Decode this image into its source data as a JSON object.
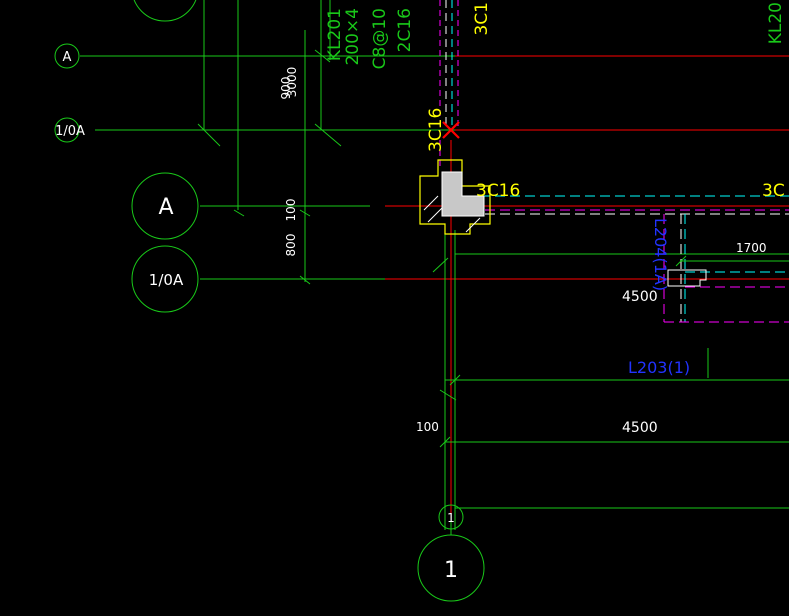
{
  "colors": {
    "background": "#000000",
    "green": "#00ff00",
    "dim_green": "#19c819",
    "red": "#ff0000",
    "yellow": "#ffff00",
    "white": "#ffffff",
    "magenta": "#ff00ff",
    "cyan": "#00ffff",
    "blue": "#2233ff",
    "column_fill": "#c8c8c8"
  },
  "axes": {
    "a_small": "A",
    "one_oa_small": "1/0A",
    "a_large": "A",
    "one_oa_large": "1/0A",
    "one_small": "1",
    "one_large": "1"
  },
  "dimensions": {
    "d900": "900",
    "d3000": "3000",
    "d100_vert": "100",
    "d800": "800",
    "d100_horiz": "100",
    "d4500_lower": "4500",
    "d4500_right": "4500",
    "d1700": "1700"
  },
  "beams": {
    "kl201_lines": [
      "KL201",
      "200×4",
      "C8@10",
      "2C16"
    ],
    "kl_right": "KL20",
    "tag_3c1_top": "3C1",
    "tag_3c16_vert": "3C16",
    "tag_3c16_horiz": "3C16",
    "tag_3c_right": "3C",
    "l204": "L204(1A)",
    "l203": "L203(1)"
  },
  "icons": {
    "marker": "x-mark-icon"
  }
}
